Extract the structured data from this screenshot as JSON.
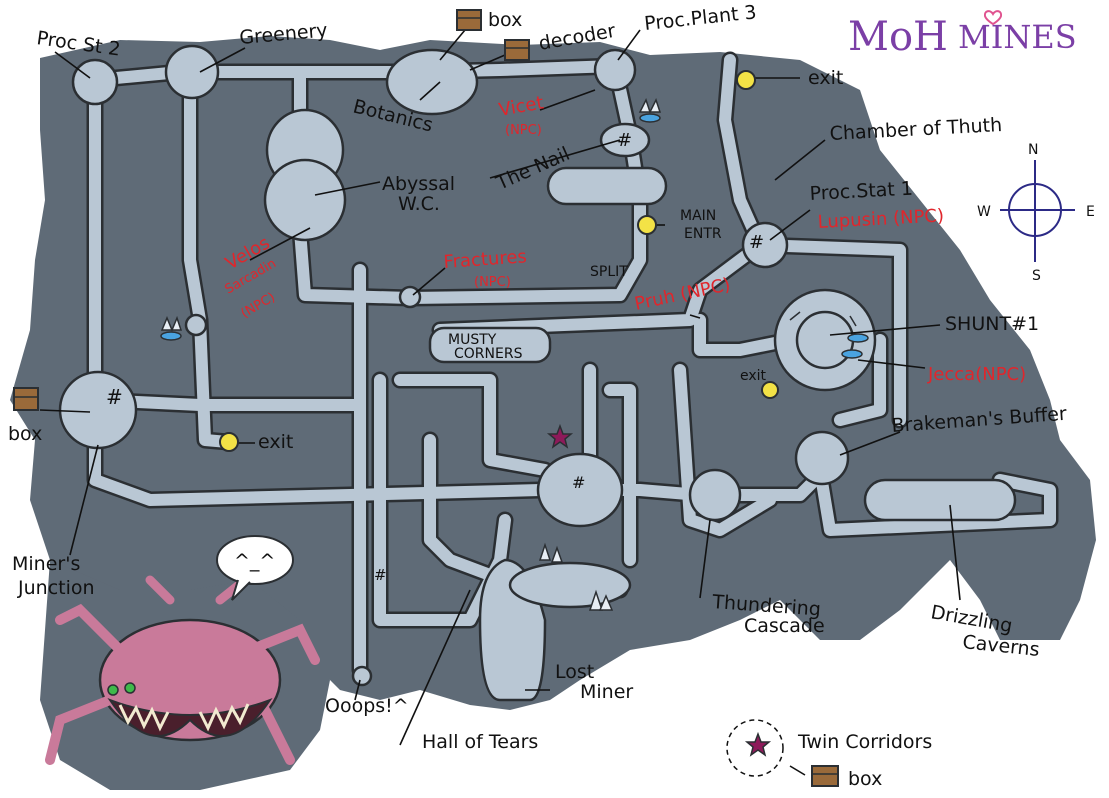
{
  "map": {
    "title_part1": "MoH",
    "title_part2": "MINES",
    "colors": {
      "rock": "#5f6b77",
      "tunnel": "#b9c7d4",
      "npc_text": "#e0262c",
      "title": "#7b3fa6",
      "heart": "#e0538f",
      "exit_marker": "#f3e246",
      "box": "#9a6a3a",
      "star": "#8e1a5a",
      "compass": "#2c2a86",
      "monster": "#c97a9a"
    },
    "compass": {
      "n": "N",
      "s": "S",
      "e": "E",
      "w": "W"
    },
    "locations": {
      "proc_st_2": "Proc St 2",
      "greenery": "Greenery",
      "botanics": "Botanics",
      "proc_plant_3": "Proc.Plant 3",
      "chamber_of_thuth": "Chamber of Thuth",
      "abyssal_wc_1": "Abyssal",
      "abyssal_wc_2": "W.C.",
      "the_nail": "The Nail",
      "proc_stat_1": "Proc.Stat 1",
      "main_entr_1": "MAIN",
      "main_entr_2": "ENTR",
      "split": "SPLIT",
      "musty_corners_1": "MUSTY",
      "musty_corners_2": "CORNERS",
      "shunt_1": "SHUNT#1",
      "brakemans_buffer": "Brakeman's Buffer",
      "miners_junction_1": "Miner's",
      "miners_junction_2": "Junction",
      "thundering_cascade_1": "Thundering",
      "thundering_cascade_2": "Cascade",
      "drizzling_caverns_1": "Drizzling",
      "drizzling_caverns_2": "Caverns",
      "lost_miner_1": "Lost",
      "lost_miner_2": "Miner",
      "hall_of_tears": "Hall of Tears",
      "oops": "Ooops!^",
      "twin_corridors": "Twin Corridors"
    },
    "items": {
      "box_top": "box",
      "decoder": "decoder",
      "box_left": "box",
      "box_bottom": "box",
      "exit_top_right": "exit",
      "exit_center": "exit",
      "exit_shunt": "exit"
    },
    "npcs": {
      "vicet": "Vicet",
      "vicet_tag": "(NPC)",
      "velos": "Velos",
      "sarcadin": "Sarcadin",
      "velos_tag": "(NPC)",
      "fractures": "Fractures",
      "fractures_tag": "(NPC)",
      "lupusin": "Lupusin (NPC)",
      "pruh": "Pruh (NPC)",
      "jecca": "Jecca(NPC)"
    },
    "monster_speech": "^_^"
  }
}
